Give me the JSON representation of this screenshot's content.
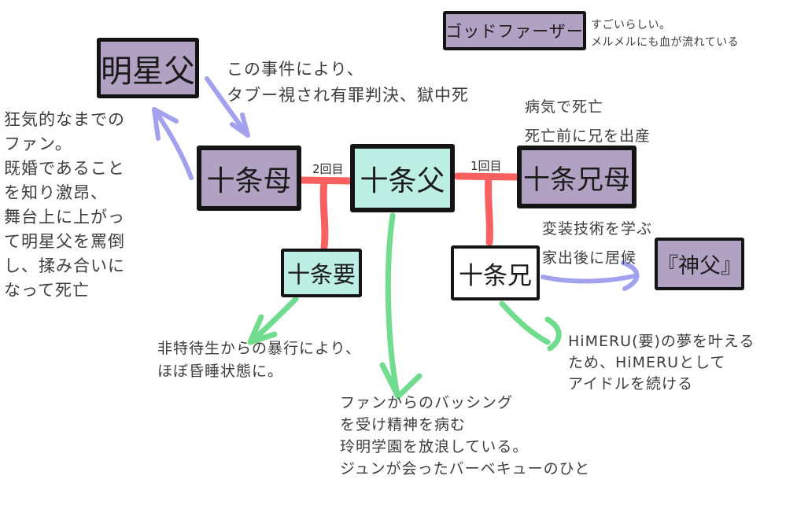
{
  "colors": {
    "purple_box": "#b1a2c3",
    "mint_box": "#bceee3",
    "white_box": "#ffffff",
    "border": "#141414",
    "red_line": "#f96060",
    "green_arrow": "#70dc8e",
    "purple_arrow": "#a2a1ee",
    "text": "#3d3d3d"
  },
  "boxes": {
    "godfather": "ゴッドファーザー",
    "meisei_father": "明星父",
    "jujo_mother": "十条母",
    "jujo_father": "十条父",
    "jujo_brother_mother": "十条兄母",
    "jujo_kaname": "十条要",
    "jujo_brother": "十条兄",
    "priest": "『神父』"
  },
  "marriage_labels": {
    "second": "2回目",
    "first": "1回目"
  },
  "notes": {
    "godfather": "すごいらしい。\nメルメルにも血が流れている",
    "incident": "この事件により、\nタブー視され有罪判決、獄中死",
    "crazy_fan": "狂気的なまでの\nファン。\n既婚であること\nを知り激昂、\n舞台上に上がっ\nて明星父を罵倒\nし、揉み合いに\nなって死亡",
    "brother_mother": "病気で死亡\n死亡前に兄を出産",
    "disguise": "変装技術を学ぶ\n家出後に居候",
    "kaname_fate": "非特待生からの暴行により、\nほぼ昏睡状態に。",
    "father_fate": "ファンからのバッシング\nを受け精神を病む\n玲明学園を放浪している。\nジュンが会ったバーベキューのひと",
    "brother_fate": "HiMERU(要)の夢を叶える\nため、HiMERUとして\nアイドルを続ける"
  }
}
